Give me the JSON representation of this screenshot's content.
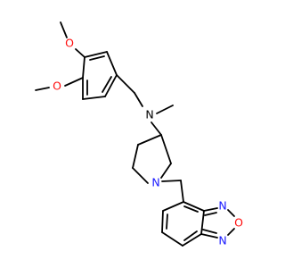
{
  "molecule": {
    "atoms": {
      "o_upper_methoxy": "O",
      "o_lower_methoxy": "O",
      "n_amine": "N",
      "n_piperidine": "N",
      "n_oxadiazole_upper": "N",
      "o_oxadiazole": "O",
      "n_oxadiazole_lower": "N"
    },
    "colors": {
      "oxygen": "#ff0d0d",
      "nitrogen_ring": "#1a1aff",
      "nitrogen_amine": "#000000",
      "bond": "#000000"
    }
  }
}
